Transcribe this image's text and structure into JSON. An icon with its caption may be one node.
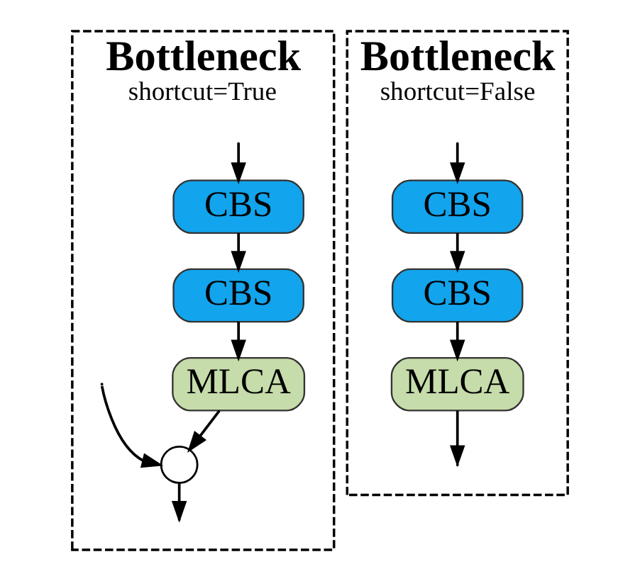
{
  "diagram": {
    "nodes": [
      {
        "text": [
          "Bottleneck",
          "shortcut=True"
        ]
      },
      {
        "text": [
          "CBS"
        ],
        "in": 0
      },
      {
        "text": [
          "CBS"
        ],
        "in": 0
      },
      {
        "text": [
          "MLCA"
        ],
        "in": 0
      },
      {
        "text": [],
        "shape": "circle",
        "in": 0
      },
      {
        "text": [
          "Bottleneck",
          "shortcut=False"
        ]
      },
      {
        "text": [
          "CBS"
        ],
        "in": 5
      },
      {
        "text": [
          "CBS"
        ],
        "in": 5
      },
      {
        "text": [
          "MLCA"
        ],
        "in": 5
      }
    ],
    "edges": [
      {
        "from": null,
        "to": 1,
        "arrow": "to"
      },
      {
        "from": null,
        "to": 4,
        "arrow": "to"
      },
      {
        "from": 1,
        "to": 2,
        "arrow": "to"
      },
      {
        "from": 2,
        "to": 3,
        "arrow": "to"
      },
      {
        "from": 3,
        "to": 4,
        "arrow": "to"
      },
      {
        "from": 4,
        "to": null,
        "arrow": "to"
      },
      {
        "from": null,
        "to": 6,
        "arrow": "to"
      },
      {
        "from": 6,
        "to": 7,
        "arrow": "to"
      },
      {
        "from": 7,
        "to": 8,
        "arrow": "to"
      },
      {
        "from": 8,
        "to": null,
        "arrow": "to"
      }
    ]
  }
}
